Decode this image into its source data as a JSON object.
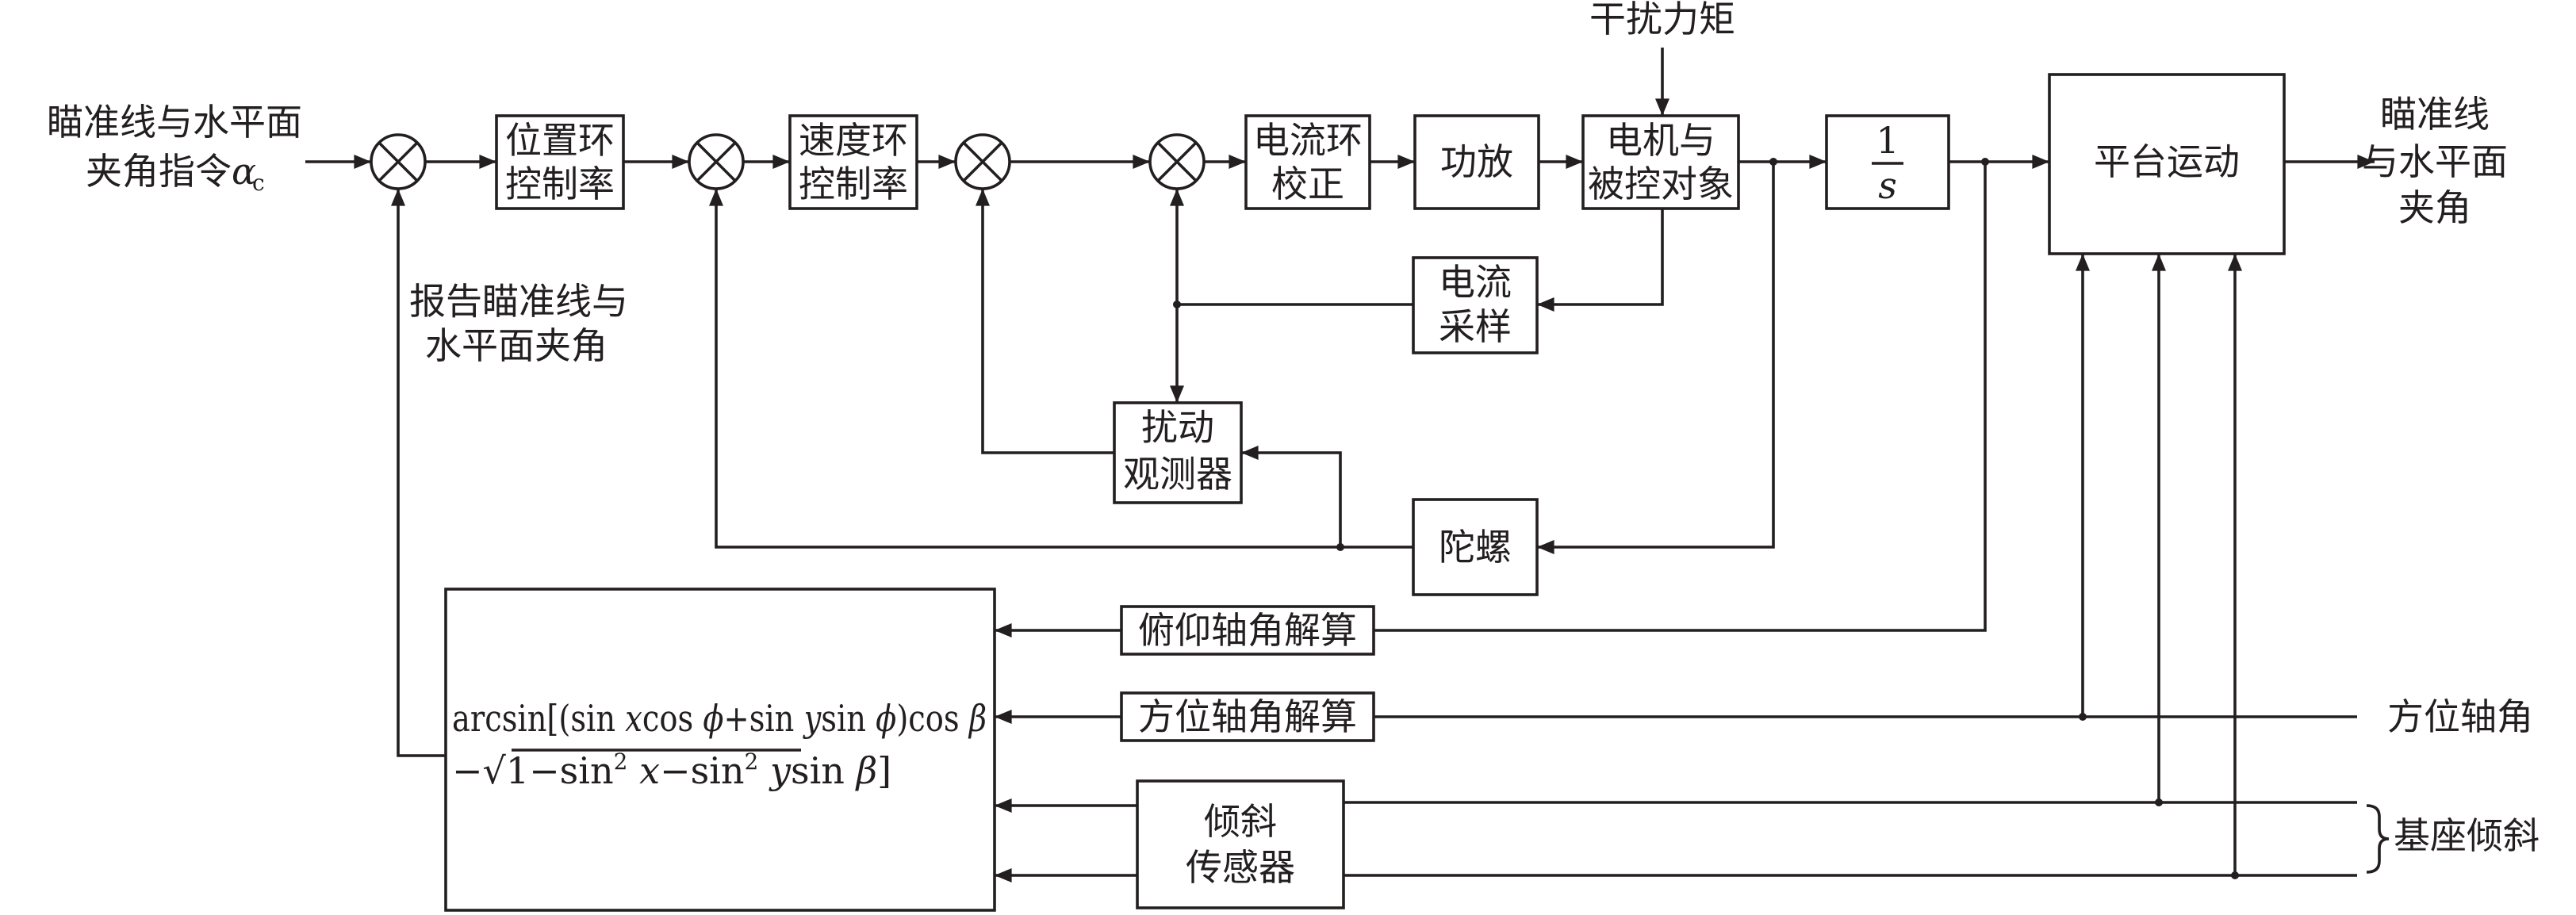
{
  "blocks": {
    "position_ctrl": [
      "位置环",
      "控制率"
    ],
    "speed_ctrl": [
      "速度环",
      "控制率"
    ],
    "current_corr": [
      "电流环",
      "校正"
    ],
    "power_amp": [
      "功放"
    ],
    "motor": [
      "电机与",
      "被控对象"
    ],
    "integrator": {
      "num": "1",
      "den": "s"
    },
    "platform": [
      "平台运动"
    ],
    "current_sample": [
      "电流",
      "采样"
    ],
    "disturb_obs": [
      "扰动",
      "观测器"
    ],
    "gyro": [
      "陀螺"
    ],
    "pitch_solve": [
      "俯仰轴角解算"
    ],
    "azimuth_solve": [
      "方位轴角解算"
    ],
    "tilt_sensor": [
      "倾斜",
      "传感器"
    ],
    "formula": {
      "line1_a": "arcsin[(sin ",
      "line1_x": "x",
      "line1_b": "cos ",
      "line1_phi": "ϕ",
      "line1_c": "+sin ",
      "line1_y": "y",
      "line1_d": "sin ",
      "line1_phi2": "ϕ",
      "line1_e": ")cos ",
      "line1_beta": "β",
      "line2_a": "−√",
      "line2_b": "1−sin",
      "line2_sup1": "2",
      "line2_c": " ",
      "line2_x": "x",
      "line2_d": "−sin",
      "line2_sup2": "2",
      "line2_e": " ",
      "line2_y": "y",
      "line2_f": "sin ",
      "line2_beta": "β",
      "line2_g": "]"
    }
  },
  "labels": {
    "input": [
      "瞄准线与水平面",
      "夹角指令"
    ],
    "input_alpha": "α",
    "input_alpha_sub": "c",
    "disturbance_torque": "干扰力矩",
    "output": [
      "瞄准线",
      "与水平面",
      "夹角"
    ],
    "report_feedback": [
      "报告瞄准线与",
      "水平面夹角"
    ],
    "azimuth_angle": "方位轴角",
    "base_tilt": "基座倾斜"
  },
  "summing_junctions": [
    "sum-position",
    "sum-speed",
    "sum-disturbance",
    "sum-current"
  ]
}
